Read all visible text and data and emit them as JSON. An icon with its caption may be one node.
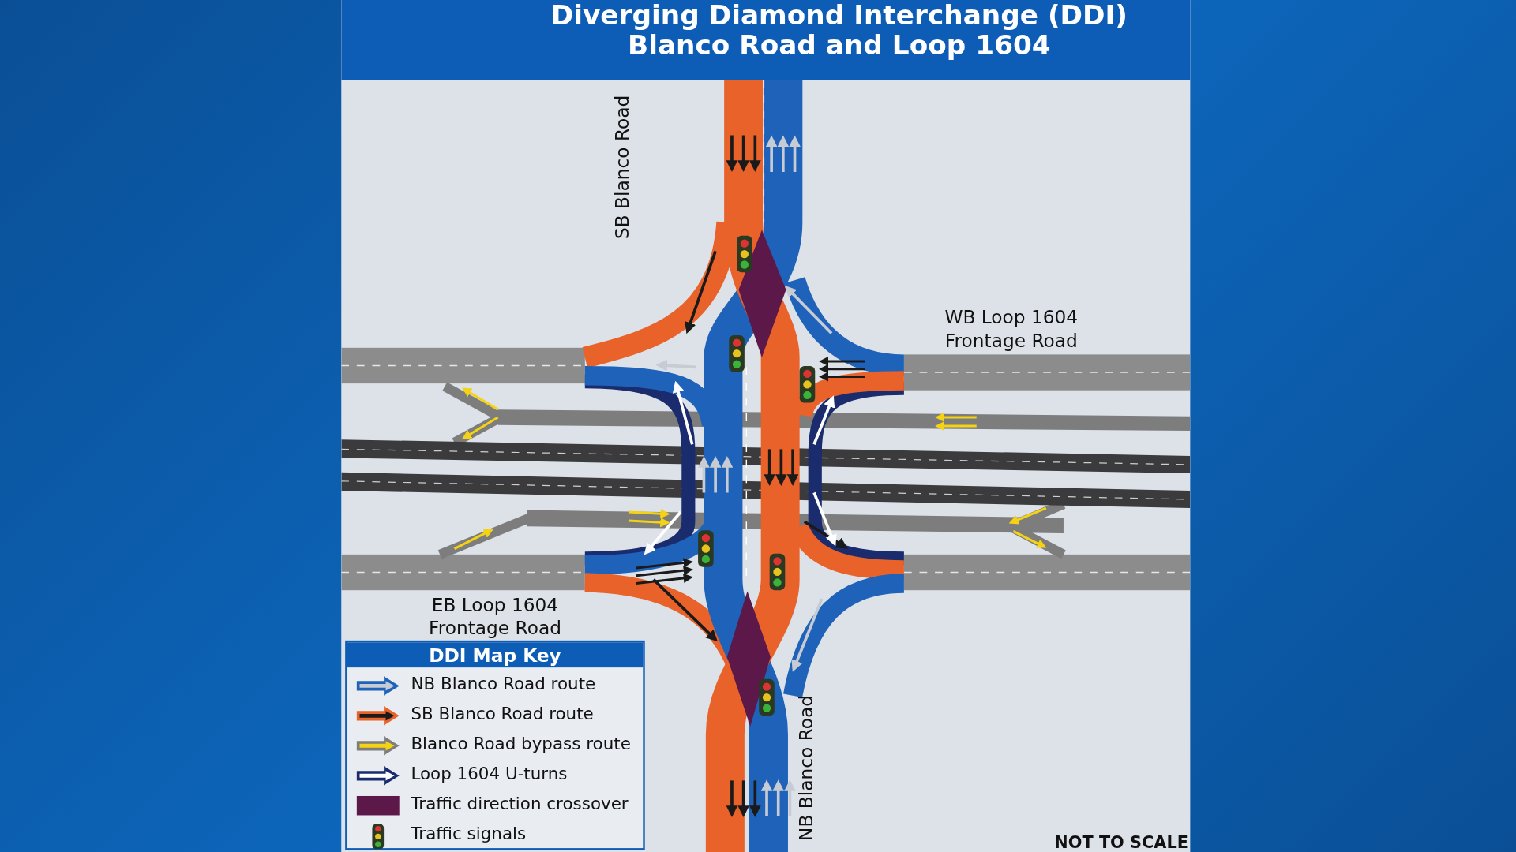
{
  "diagram": {
    "title": "Diverging Diamond Interchange (DDI) Blanco Road and Loop 1604",
    "labels": [
      "SB Blanco Road",
      "WB Loop 1604 Frontage Road",
      "EB Loop 1604 Frontage Road",
      "NB Blanco Road",
      "DDI Map Key",
      "NOT TO SCALE"
    ],
    "legend": [
      {
        "text": "NB Blanco Road route"
      },
      {
        "text": "SB Blanco Road route"
      },
      {
        "text": "Blanco Road bypass route"
      },
      {
        "text": "Loop 1604 U-turns"
      },
      {
        "text": "Traffic direction crossover",
        "color": "#5c1848"
      },
      {
        "text": "Traffic signals"
      }
    ]
  }
}
